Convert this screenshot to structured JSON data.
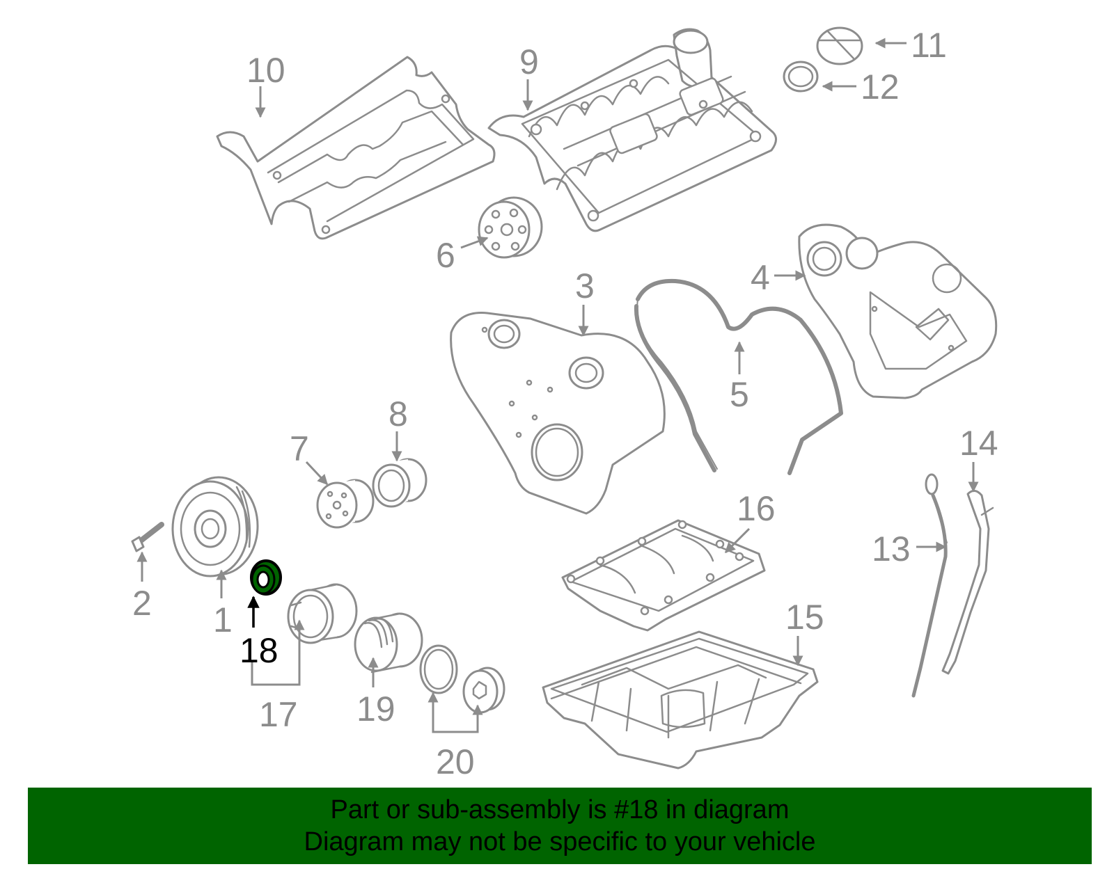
{
  "colors": {
    "line_art": "#8c8c8c",
    "highlight_part": "#006400",
    "highlight_label": "#000000",
    "banner_background": "#006400",
    "banner_text": "#000000"
  },
  "callouts": {
    "c1": "1",
    "c2": "2",
    "c3": "3",
    "c4": "4",
    "c5": "5",
    "c6": "6",
    "c7": "7",
    "c8": "8",
    "c9": "9",
    "c10": "10",
    "c11": "11",
    "c12": "12",
    "c13": "13",
    "c14": "14",
    "c15": "15",
    "c16": "16",
    "c17": "17",
    "c18": "18",
    "c19": "19",
    "c20": "20"
  },
  "highlighted_callout": "18",
  "banner": {
    "line1": "Part or sub-assembly is #18 in diagram",
    "line2": "Diagram may not be specific to your vehicle"
  }
}
